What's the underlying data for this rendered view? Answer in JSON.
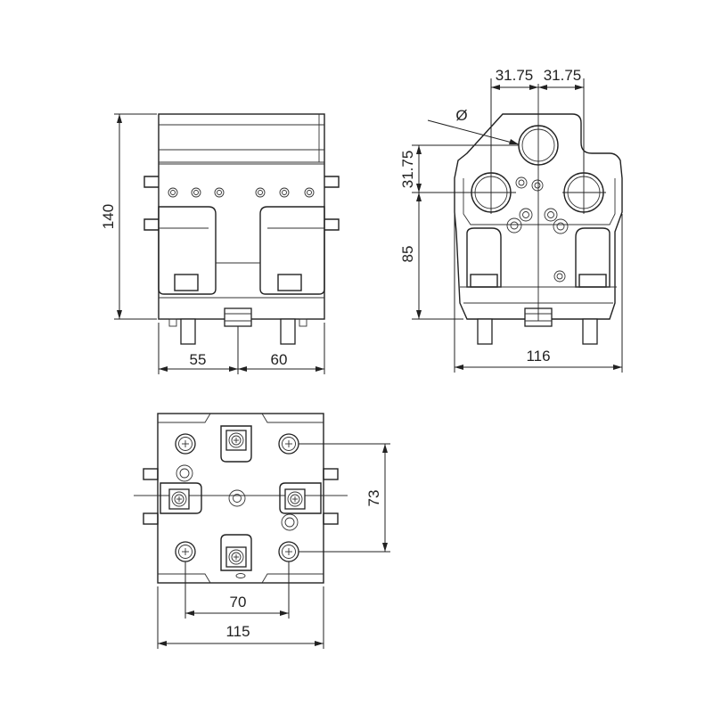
{
  "drawing": {
    "colors": {
      "line": "#222222",
      "background": "#ffffff"
    },
    "side_view": {
      "dimensions": {
        "height": "140",
        "left_offset": "55",
        "right_offset": "60"
      }
    },
    "front_view": {
      "dimensions": {
        "half_spacing_left": "31.75",
        "half_spacing_right": "31.75",
        "diameter_symbol": "Ø",
        "vertical_offset": "31.75",
        "height": "85",
        "width": "116"
      }
    },
    "top_view": {
      "dimensions": {
        "hole_spacing_vertical": "73",
        "hole_spacing_horizontal": "70",
        "width": "115"
      }
    }
  }
}
